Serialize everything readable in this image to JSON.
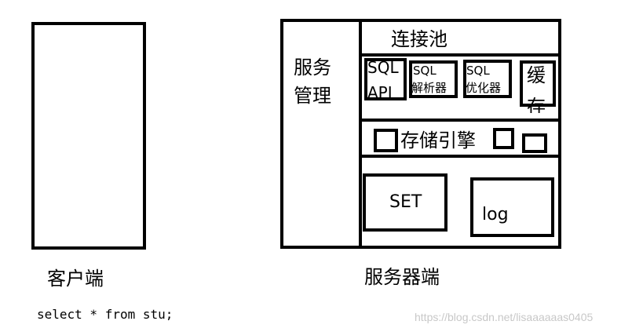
{
  "client": {
    "caption": "客户端",
    "query": "select * from stu;"
  },
  "server": {
    "caption": "服务器端",
    "service_mgmt_line1": "服务",
    "service_mgmt_line2": "管理",
    "connection_pool": "连接池",
    "sql_api_line1": "SQL",
    "sql_api_line2": "API",
    "parser_line1": "SQL",
    "parser_line2": "解析器",
    "optimizer_line1": "SQL",
    "optimizer_line2": "优化器",
    "cache_line1": "缓",
    "cache_line2": "存",
    "storage_engine": "存储引擎",
    "set_label": "SET",
    "log_label": "log"
  },
  "watermark": "https://blog.csdn.net/lisaaaaaas0405"
}
